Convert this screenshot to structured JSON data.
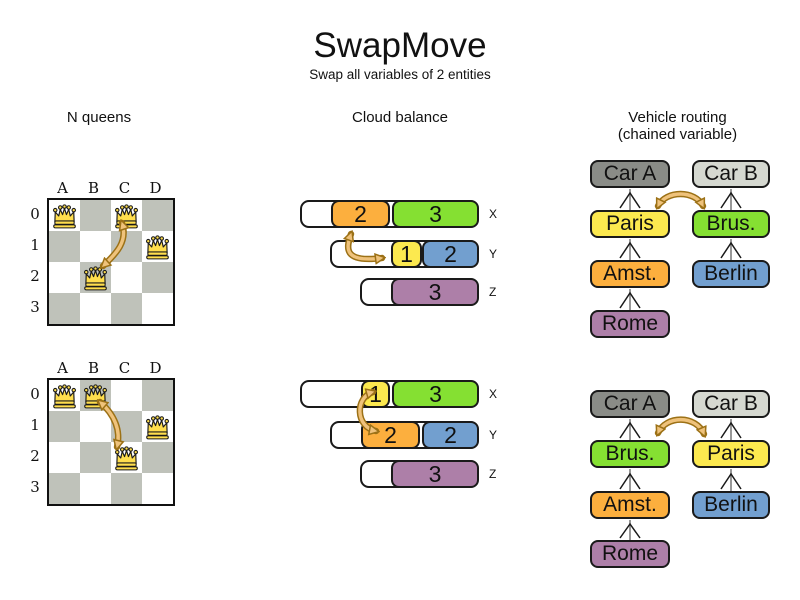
{
  "title": "SwapMove",
  "subtitle": "Swap all variables of 2 entities",
  "nqueens": {
    "header": "N queens",
    "columns": [
      "A",
      "B",
      "C",
      "D"
    ],
    "rows": [
      "0",
      "1",
      "2",
      "3"
    ],
    "before": {
      "queens": [
        "A0",
        "C0",
        "D1",
        "B2"
      ]
    },
    "after": {
      "queens": [
        "A0",
        "B0",
        "D1",
        "C2"
      ]
    }
  },
  "cloud": {
    "header": "Cloud balance",
    "before": {
      "rows": [
        {
          "label": "X",
          "blocks": [
            {
              "value": "2",
              "color": "orange"
            },
            {
              "value": "3",
              "color": "green"
            }
          ]
        },
        {
          "label": "Y",
          "blocks": [
            {
              "value": "1",
              "color": "yellow"
            },
            {
              "value": "2",
              "color": "blue"
            }
          ]
        },
        {
          "label": "Z",
          "blocks": [
            {
              "value": "3",
              "color": "purple"
            }
          ]
        }
      ]
    },
    "after": {
      "rows": [
        {
          "label": "X",
          "blocks": [
            {
              "value": "1",
              "color": "yellow"
            },
            {
              "value": "3",
              "color": "green"
            }
          ]
        },
        {
          "label": "Y",
          "blocks": [
            {
              "value": "2",
              "color": "orange"
            },
            {
              "value": "2",
              "color": "blue"
            }
          ]
        },
        {
          "label": "Z",
          "blocks": [
            {
              "value": "3",
              "color": "purple"
            }
          ]
        }
      ]
    }
  },
  "vehicle": {
    "header_line1": "Vehicle routing",
    "header_line2": "(chained variable)",
    "before": {
      "chain_a": [
        "Car A",
        "Paris",
        "Amst.",
        "Rome"
      ],
      "chain_b": [
        "Car B",
        "Brus.",
        "Berlin"
      ]
    },
    "after": {
      "chain_a": [
        "Car A",
        "Brus.",
        "Amst.",
        "Rome"
      ],
      "chain_b": [
        "Car B",
        "Paris",
        "Berlin"
      ]
    }
  },
  "colors": {
    "orange": "#FCAF3E",
    "green": "#85E032",
    "yellow": "#FCE94F",
    "blue": "#729FCF",
    "purple": "#AD7FA8",
    "car_a_gray": "#8A8C87",
    "car_b_gray": "#D5D8D0",
    "board_dark_square": "#BFC2BA",
    "queen_gold": "#FFDE4D",
    "swap_arrow_fill": "#EFC27B",
    "swap_arrow_outline": "#9C7116"
  }
}
